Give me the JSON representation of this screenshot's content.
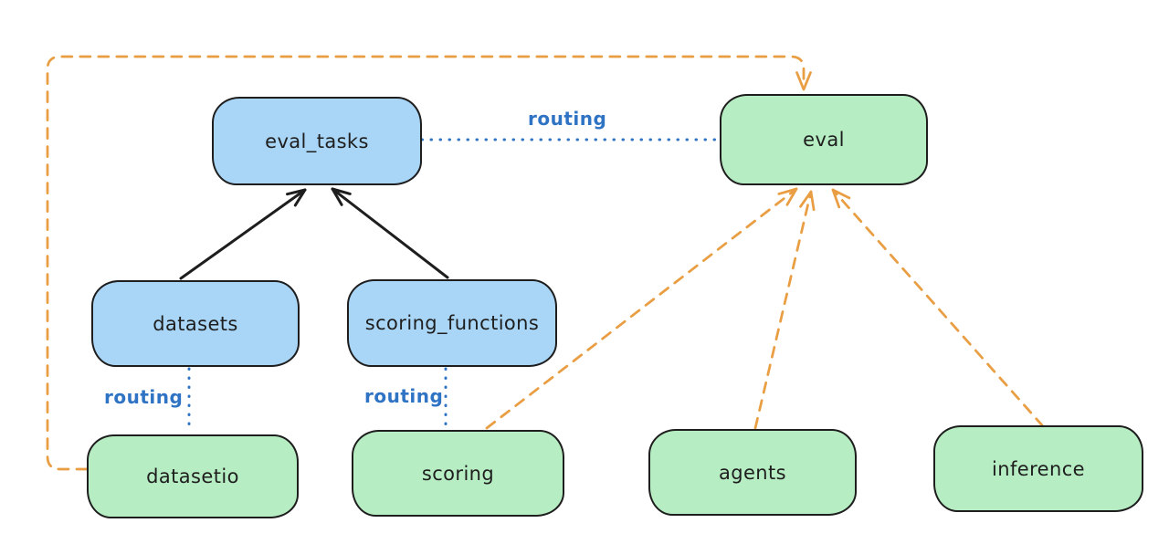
{
  "diagram": {
    "nodes": {
      "eval_tasks": {
        "label": "eval_tasks",
        "fill": "blue"
      },
      "eval": {
        "label": "eval",
        "fill": "green"
      },
      "datasets": {
        "label": "datasets",
        "fill": "blue"
      },
      "scoring_functions": {
        "label": "scoring_functions",
        "fill": "blue"
      },
      "datasetio": {
        "label": "datasetio",
        "fill": "green"
      },
      "scoring": {
        "label": "scoring",
        "fill": "green"
      },
      "agents": {
        "label": "agents",
        "fill": "green"
      },
      "inference": {
        "label": "inference",
        "fill": "green"
      }
    },
    "edges": [
      {
        "from": "datasets",
        "to": "eval_tasks",
        "style": "solid",
        "color": "black",
        "label": ""
      },
      {
        "from": "scoring_functions",
        "to": "eval_tasks",
        "style": "solid",
        "color": "black",
        "label": ""
      },
      {
        "from": "eval_tasks",
        "to": "eval",
        "style": "dotted",
        "color": "blue",
        "label": "routing"
      },
      {
        "from": "datasets",
        "to": "datasetio",
        "style": "dotted",
        "color": "blue",
        "label": "routing"
      },
      {
        "from": "scoring_functions",
        "to": "scoring",
        "style": "dotted",
        "color": "blue",
        "label": "routing"
      },
      {
        "from": "datasetio",
        "to": "eval",
        "style": "dashed",
        "color": "orange",
        "label": ""
      },
      {
        "from": "scoring",
        "to": "eval",
        "style": "dashed",
        "color": "orange",
        "label": ""
      },
      {
        "from": "agents",
        "to": "eval",
        "style": "dashed",
        "color": "orange",
        "label": ""
      },
      {
        "from": "inference",
        "to": "eval",
        "style": "dashed",
        "color": "orange",
        "label": ""
      }
    ]
  },
  "colors": {
    "canvas-bg": "#ffffff",
    "node-blue-fill": "#a9d6f7",
    "node-green-fill": "#b7edc3",
    "node-border": "#1e1e1e",
    "edge-black": "#1e1e1e",
    "edge-blue": "#2f73c4",
    "edge-orange": "#e99e43"
  }
}
